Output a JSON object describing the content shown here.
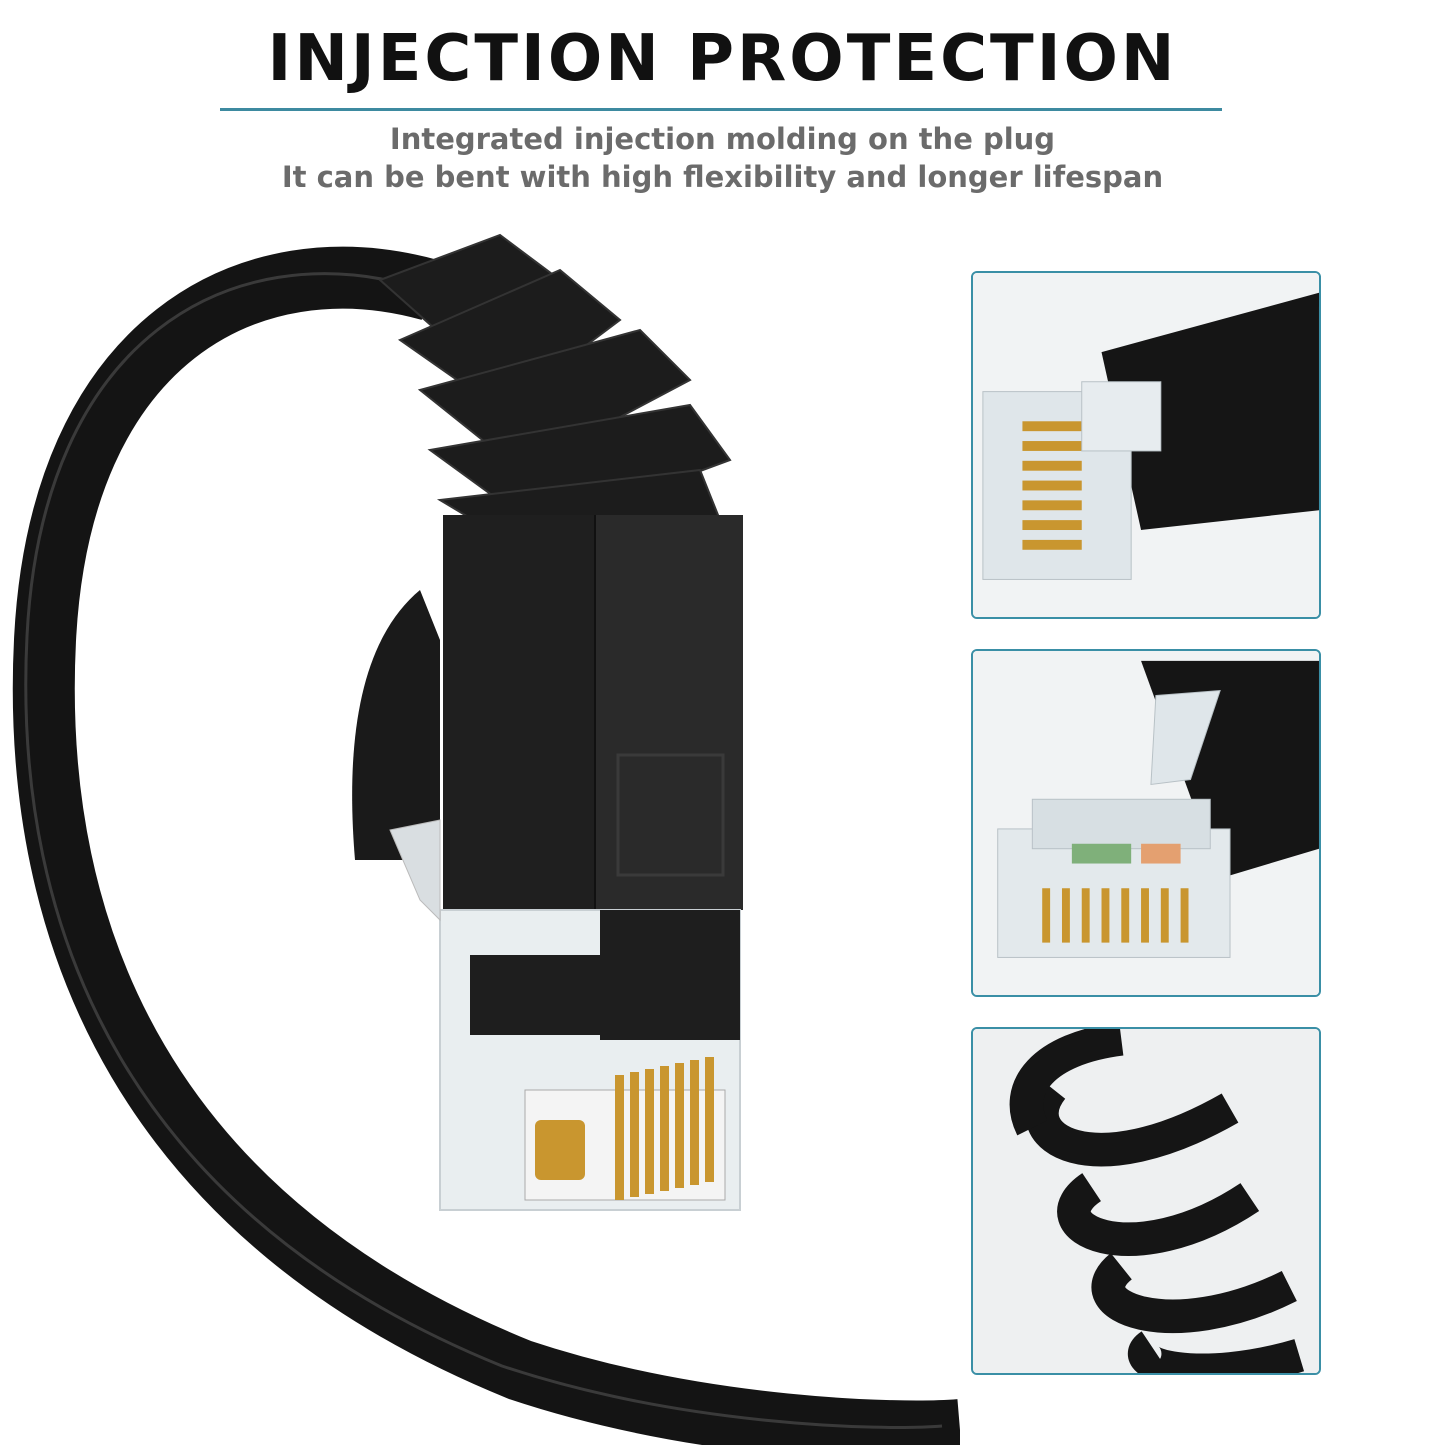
{
  "header": {
    "title": "INJECTION PROTECTION",
    "subtitle_line1": "Integrated injection molding on the plug",
    "subtitle_line2": "It can be bent with high flexibility and longer lifespan"
  },
  "colors": {
    "accent": "#3a8fa6",
    "title": "#111111",
    "subtitle": "#6b6b6b",
    "cable": "#141414",
    "gold": "#d4a44a"
  },
  "images": {
    "hero": "flat-ethernet-cable-rj45-plug-icon",
    "panel1": "rj45-plug-top-view-icon",
    "panel2": "rj45-plug-clip-view-icon",
    "panel3": "coiled-flat-cable-icon"
  }
}
